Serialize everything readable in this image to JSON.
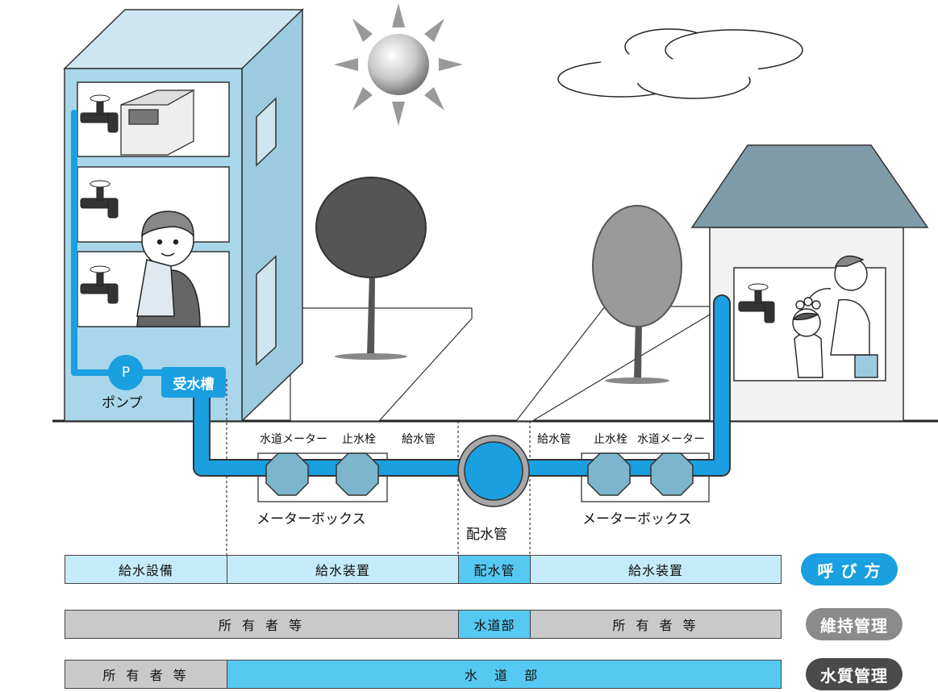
{
  "labels": {
    "pump_p": "P",
    "pump_name": "ポンプ",
    "receiving_tank": "受水槽",
    "left_meter": "水道メーター",
    "left_stopcock": "止水栓",
    "left_supply_pipe": "給水管",
    "right_supply_pipe": "給水管",
    "right_stopcock": "止水栓",
    "right_meter": "水道メーター",
    "left_meter_box": "メーターボックス",
    "right_meter_box": "メーターボックス",
    "distribution_pipe": "配水管"
  },
  "rows": {
    "naming": {
      "badge": "呼 び 方",
      "cells": [
        "給水設備",
        "給水装置",
        "配水管",
        "給水装置"
      ]
    },
    "maintenance": {
      "badge": "維持管理",
      "cells": [
        "所 有 者 等",
        "水道部",
        "所 有 者 等"
      ]
    },
    "quality": {
      "badge": "水質管理",
      "cells": [
        "所 有 者 等",
        "水 道 部"
      ]
    }
  },
  "colors": {
    "water": "#1a9fe0",
    "building": "#a9d6ea",
    "house_roof": "#7f9ba8",
    "house_wall": "#f2f2f2",
    "meter": "#7db6cc",
    "light_row": "#c5ebfa",
    "gray_row": "#c9c9c9",
    "blue_row": "#55c9f2"
  }
}
